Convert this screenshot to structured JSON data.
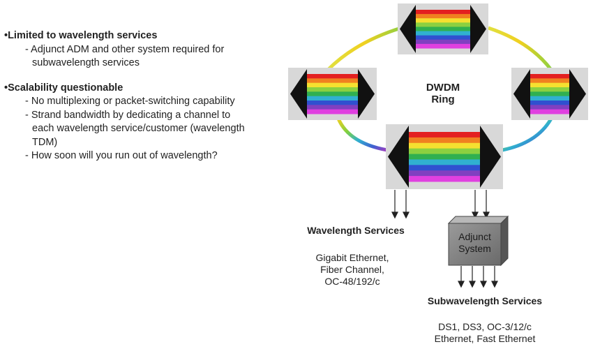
{
  "bullets": [
    {
      "heading": "Limited to wavelength services",
      "items": [
        "- Adjunct ADM and other system required for subwavelength services"
      ]
    },
    {
      "heading": "Scalability questionable",
      "items": [
        "- No multiplexing or packet-switching capability",
        "- Strand bandwidth by dedicating a channel to each wavelength service/customer (wavelength TDM)",
        "- How soon will you run out of wavelength?"
      ]
    }
  ],
  "diagram": {
    "ring_label_line1": "DWDM",
    "ring_label_line2": "Ring",
    "adjunct_line1": "Adjunct",
    "adjunct_line2": "System",
    "wavelength_title": "Wavelength Services",
    "wavelength_items": [
      "Gigabit Ethernet,",
      "Fiber Channel,",
      "OC-48/192/c"
    ],
    "subwavelength_title": "Subwavelength Services",
    "subwavelength_items": [
      "DS1, DS3, OC-3/12/c",
      "Ethernet, Fast Ethernet"
    ]
  },
  "colors": {
    "spectrum": [
      "#e32020",
      "#f08020",
      "#f5e030",
      "#8cd040",
      "#30b050",
      "#30b0d0",
      "#3050d0",
      "#8040c0",
      "#e040e0"
    ],
    "node_background": "#d8d8d8",
    "adjunct_box": "#7f7f7f"
  }
}
